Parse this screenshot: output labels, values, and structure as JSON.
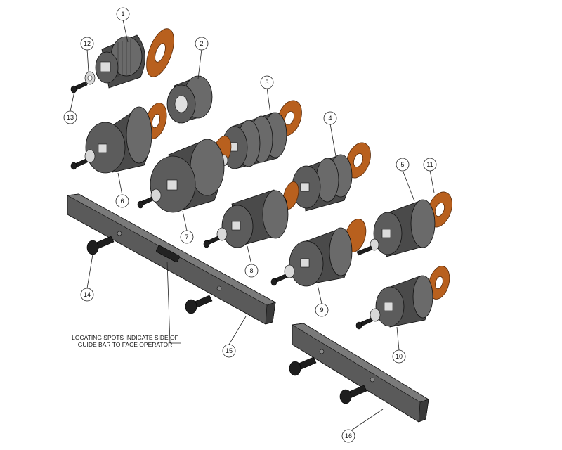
{
  "balloons": [
    {
      "id": "1",
      "label": "1"
    },
    {
      "id": "2",
      "label": "2"
    },
    {
      "id": "3",
      "label": "3"
    },
    {
      "id": "4",
      "label": "4"
    },
    {
      "id": "5",
      "label": "5"
    },
    {
      "id": "6",
      "label": "6"
    },
    {
      "id": "7",
      "label": "7"
    },
    {
      "id": "8",
      "label": "8"
    },
    {
      "id": "9",
      "label": "9"
    },
    {
      "id": "10",
      "label": "10"
    },
    {
      "id": "11",
      "label": "11"
    },
    {
      "id": "12",
      "label": "12"
    },
    {
      "id": "13",
      "label": "13"
    },
    {
      "id": "14",
      "label": "14"
    },
    {
      "id": "15",
      "label": "15"
    },
    {
      "id": "16",
      "label": "16"
    }
  ],
  "note": {
    "line1": "LOCATING SPOTS INDICATE SIDE OF",
    "line2": "GUIDE BAR TO FACE OPERATOR"
  },
  "colors": {
    "washer": "#b8601e",
    "metal": "#5c5c5c",
    "bolt": "#1e1e1e"
  }
}
